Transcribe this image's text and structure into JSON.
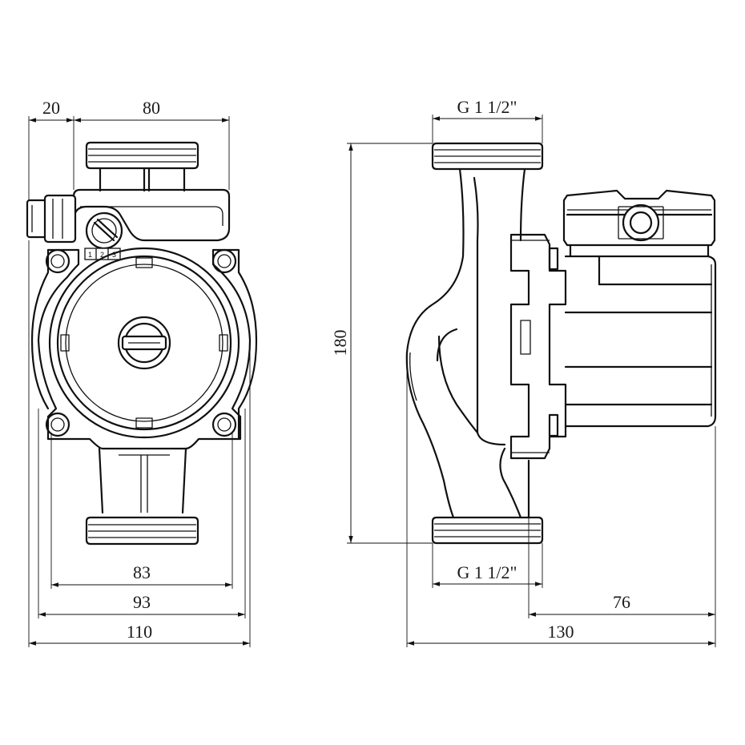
{
  "front_view": {
    "dim_top_left": "20",
    "dim_top_main": "80",
    "dim_bottom_inner": "83",
    "dim_bottom_mid": "93",
    "dim_bottom_total": "110",
    "speed_marks": [
      "1",
      "2",
      "3"
    ]
  },
  "side_view": {
    "thread_top": "G 1 1/2\"",
    "thread_bottom": "G 1 1/2\"",
    "dim_height": "180",
    "dim_motor_depth": "76",
    "dim_total_depth": "130"
  }
}
